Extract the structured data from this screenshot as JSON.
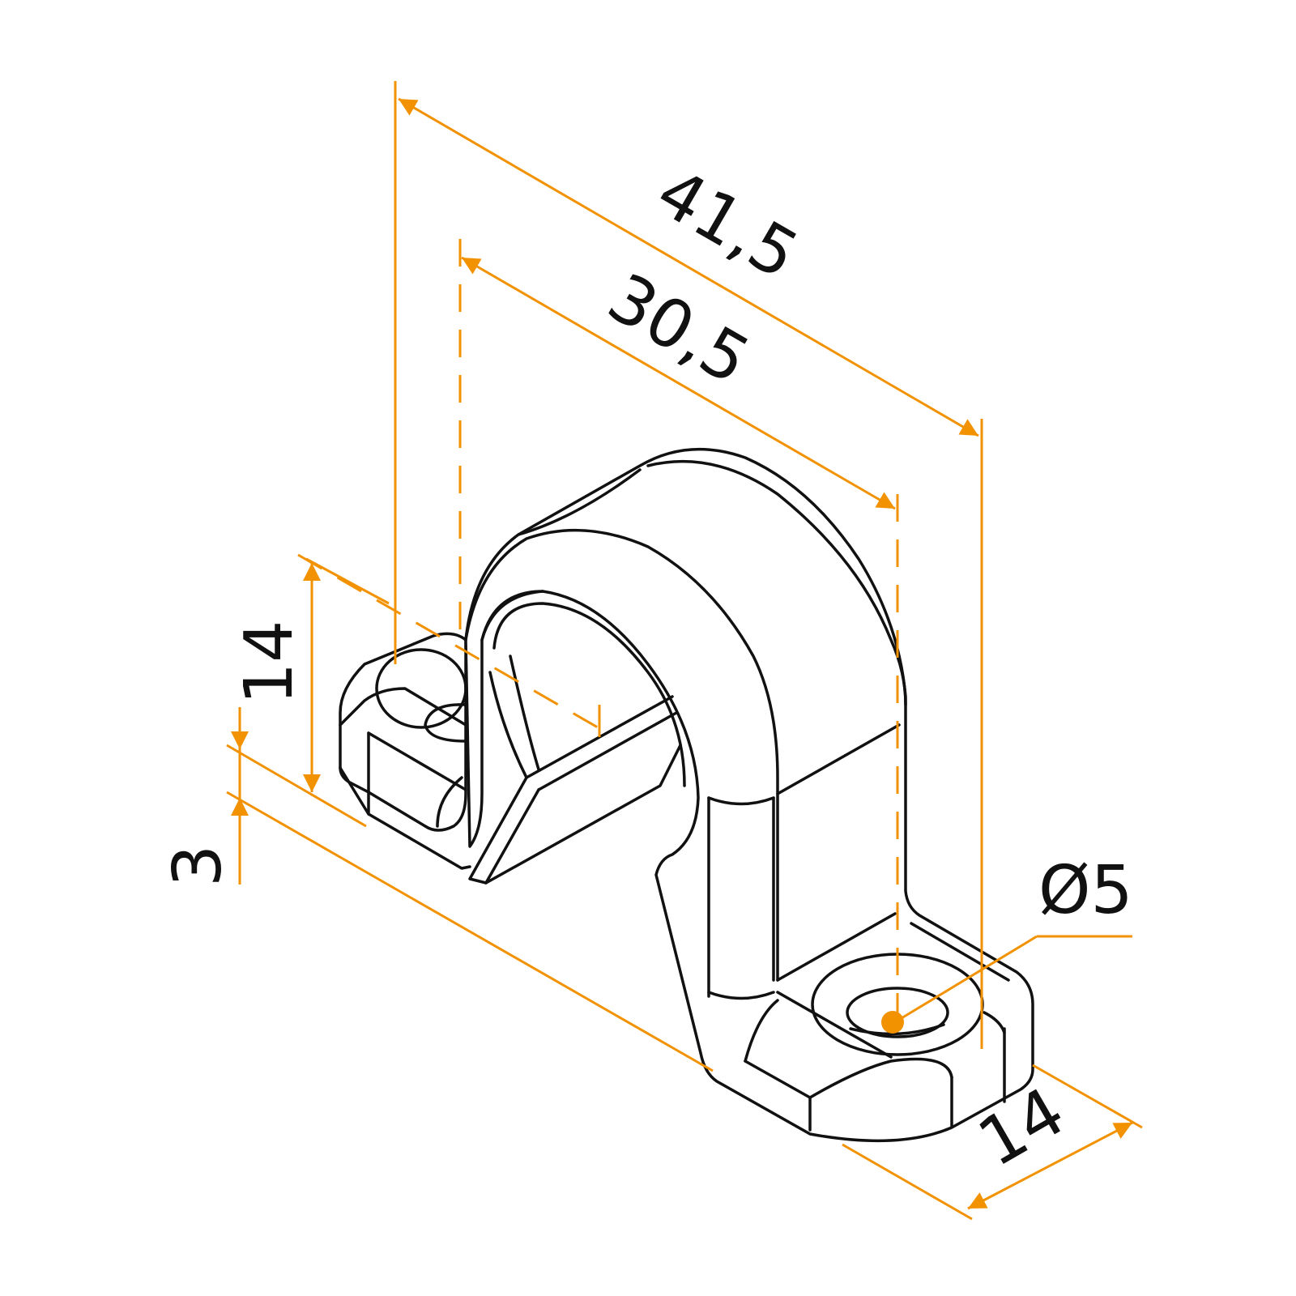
{
  "colors": {
    "dimension": "#f39200",
    "outline": "#111111",
    "background": "#ffffff"
  },
  "dimensions": {
    "overall_length": "41,5",
    "hole_spacing": "30,5",
    "height": "14",
    "base_thickness": "3",
    "foot_width": "14",
    "hole_diameter": "Ø5"
  }
}
